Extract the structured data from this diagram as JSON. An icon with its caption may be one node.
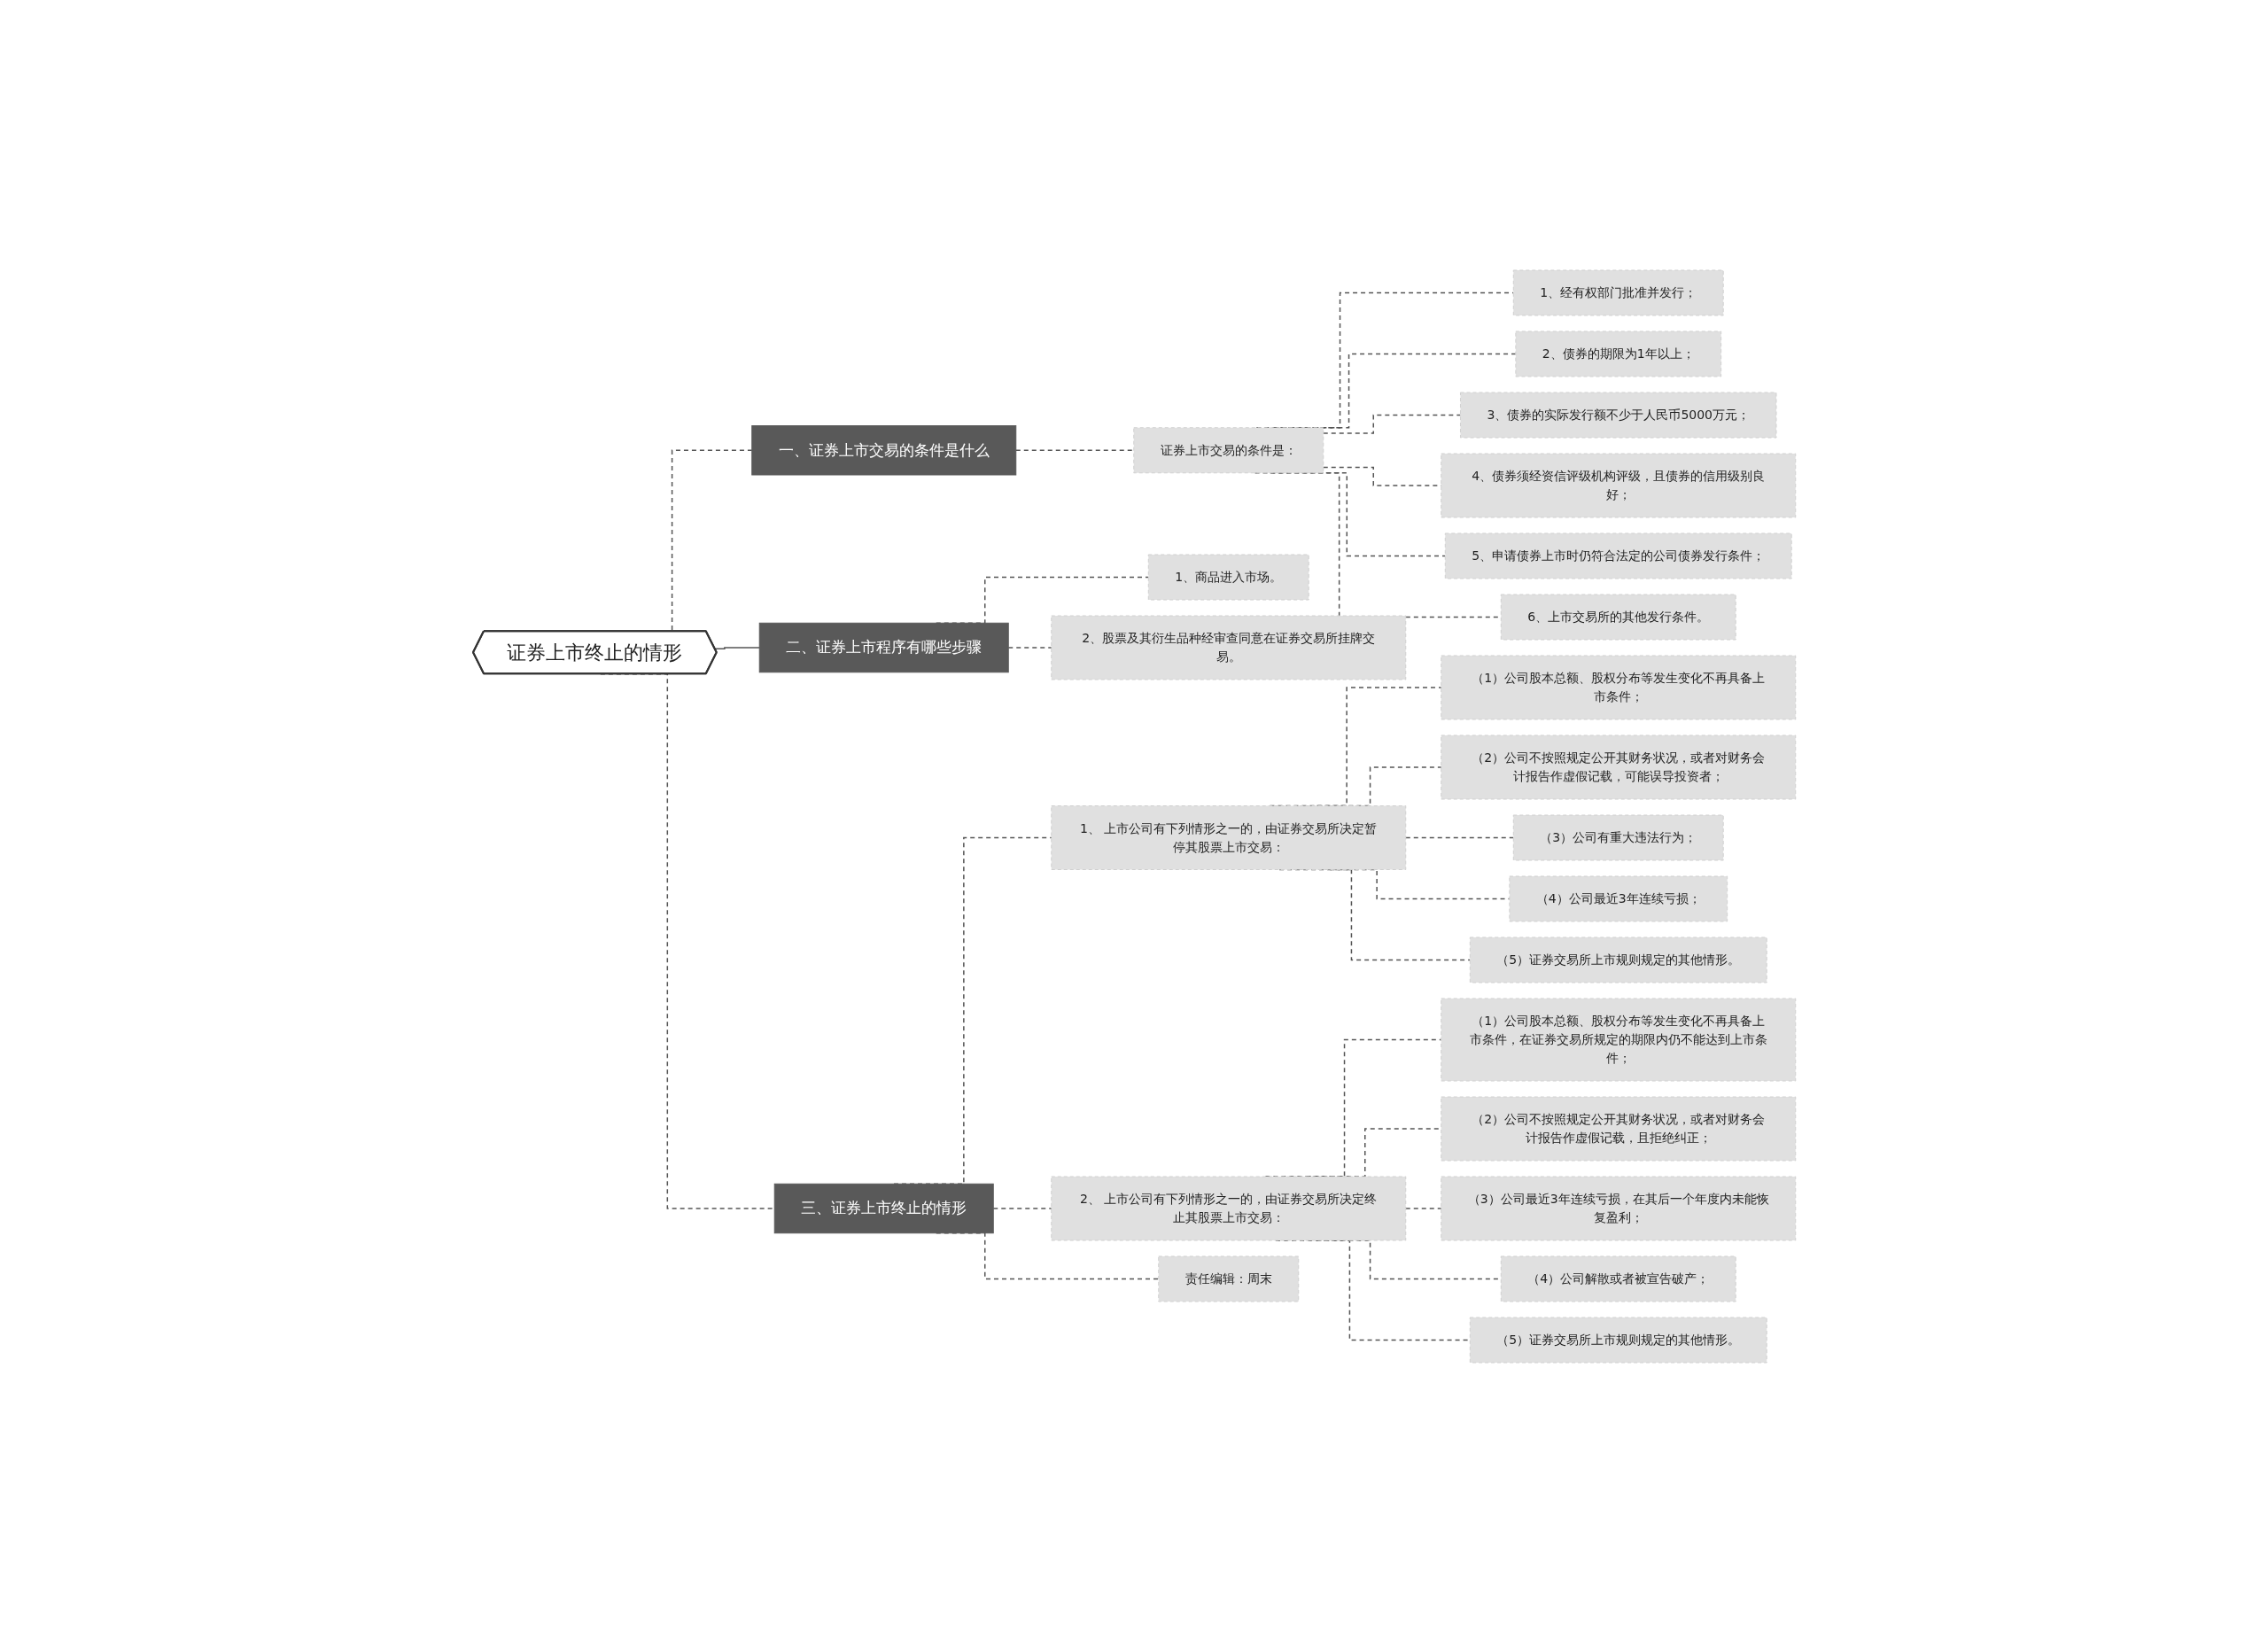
{
  "diagram": {
    "nodes": [
      {
        "text": [
          "证券上市终止的情形"
        ]
      },
      {
        "text": [
          "一、证券上市交易的条件是什么"
        ]
      },
      {
        "text": [
          "证券上市交易的条件是："
        ]
      },
      {
        "text": [
          "1、经有权部门批准并发行；"
        ]
      },
      {
        "text": [
          "2、债券的期限为1年以上；"
        ]
      },
      {
        "text": [
          "3、债券的实际发行额不少于人民币5000万元；"
        ]
      },
      {
        "text": [
          "4、债券须经资信评级机构评级，且债券的信用级别良好；"
        ]
      },
      {
        "text": [
          "5、申请债券上市时仍符合法定的公司债券发行条件；"
        ]
      },
      {
        "text": [
          "6、上市交易所的其他发行条件。"
        ]
      },
      {
        "text": [
          "二、证券上市程序有哪些步骤"
        ]
      },
      {
        "text": [
          "1、商品进入市场。"
        ]
      },
      {
        "text": [
          "2、股票及其衍生品种经审查同意在证券交易所挂牌交易。"
        ]
      },
      {
        "text": [
          "三、证券上市终止的情形"
        ]
      },
      {
        "text": [
          "1、 上市公司有下列情形之一的，由证券交易所决定暂停其股票上市交易："
        ]
      },
      {
        "text": [
          "（1）公司股本总额、股权分布等发生变化不再具备上市条件；"
        ]
      },
      {
        "text": [
          "（2）公司不按照规定公开其财务状况，或者对财务会计报告作虚假记载，可能误导投资者；"
        ]
      },
      {
        "text": [
          "（3）公司有重大违法行为；"
        ]
      },
      {
        "text": [
          "（4）公司最近3年连续亏损；"
        ]
      },
      {
        "text": [
          "（5）证券交易所上市规则规定的其他情形。"
        ]
      },
      {
        "text": [
          "2、 上市公司有下列情形之一的，由证券交易所决定终止其股票上市交易："
        ]
      },
      {
        "text": [
          "（1）公司股本总额、股权分布等发生变化不再具备上市条件，在证券交易所规定的期限内仍不能达到上市条件；"
        ]
      },
      {
        "text": [
          "（2）公司不按照规定公开其财务状况，或者对财务会计报告作虚假记载，且拒绝纠正；"
        ]
      },
      {
        "text": [
          "（3）公司最近3年连续亏损，在其后一个年度内未能恢复盈利；"
        ]
      },
      {
        "text": [
          "（4）公司解散或者被宣告破产；"
        ]
      },
      {
        "text": [
          "（5）证券交易所上市规则规定的其他情形。"
        ]
      },
      {
        "text": [
          "责任编辑：周末"
        ]
      }
    ],
    "edges": [
      {
        "from": 0,
        "to": 1,
        "arrow": "none",
        "style": "dashed"
      },
      {
        "from": 1,
        "to": 2,
        "arrow": "none",
        "style": "dashed"
      },
      {
        "from": 2,
        "to": 3,
        "arrow": "none",
        "style": "dashed"
      },
      {
        "from": 2,
        "to": 4,
        "arrow": "none",
        "style": "dashed"
      },
      {
        "from": 2,
        "to": 5,
        "arrow": "none",
        "style": "dashed"
      },
      {
        "from": 2,
        "to": 6,
        "arrow": "none",
        "style": "dashed"
      },
      {
        "from": 2,
        "to": 7,
        "arrow": "none",
        "style": "dashed"
      },
      {
        "from": 2,
        "to": 8,
        "arrow": "none",
        "style": "dashed"
      },
      {
        "from": 0,
        "to": 9,
        "arrow": "none"
      },
      {
        "from": 9,
        "to": 10,
        "arrow": "none",
        "style": "dashed"
      },
      {
        "from": 9,
        "to": 11,
        "arrow": "none",
        "style": "dashed"
      },
      {
        "from": 0,
        "to": 12,
        "arrow": "none",
        "style": "dashed"
      },
      {
        "from": 12,
        "to": 13,
        "arrow": "none",
        "style": "dashed"
      },
      {
        "from": 13,
        "to": 14,
        "arrow": "none",
        "style": "dashed"
      },
      {
        "from": 13,
        "to": 15,
        "arrow": "none",
        "style": "dashed"
      },
      {
        "from": 13,
        "to": 16,
        "arrow": "none",
        "style": "dashed"
      },
      {
        "from": 13,
        "to": 17,
        "arrow": "none",
        "style": "dashed"
      },
      {
        "from": 13,
        "to": 18,
        "arrow": "none",
        "style": "dashed"
      },
      {
        "from": 12,
        "to": 19,
        "arrow": "none",
        "style": "dashed"
      },
      {
        "from": 19,
        "to": 20,
        "arrow": "none",
        "style": "dashed"
      },
      {
        "from": 19,
        "to": 21,
        "arrow": "none",
        "style": "dashed"
      },
      {
        "from": 19,
        "to": 22,
        "arrow": "none",
        "style": "dashed"
      },
      {
        "from": 19,
        "to": 23,
        "arrow": "none",
        "style": "dashed"
      },
      {
        "from": 19,
        "to": 24,
        "arrow": "none",
        "style": "dashed"
      },
      {
        "from": 12,
        "to": 25,
        "arrow": "none",
        "style": "dashed"
      }
    ]
  }
}
